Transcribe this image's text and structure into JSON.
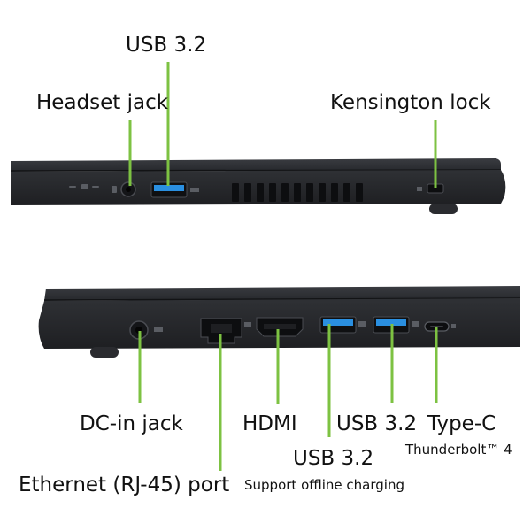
{
  "labels": {
    "top": {
      "usb": "USB 3.2",
      "headset": "Headset jack",
      "kensington": "Kensington lock"
    },
    "bottom": {
      "dc_in": "DC-in jack",
      "hdmi": "HDMI",
      "usb_a": "USB 3.2",
      "type_c": "Type-C",
      "thunderbolt": "Thunderbolt™ 4",
      "usb_b": "USB 3.2",
      "usb_b_note": "Support offline charging",
      "ethernet": "Ethernet (RJ-45) port"
    }
  },
  "colors": {
    "callout": "#7dc242",
    "chassis": "#2b2d31",
    "chassis_edge": "#1b1c1f",
    "usb_blue": "#2a8fe0",
    "background": "#ffffff"
  }
}
